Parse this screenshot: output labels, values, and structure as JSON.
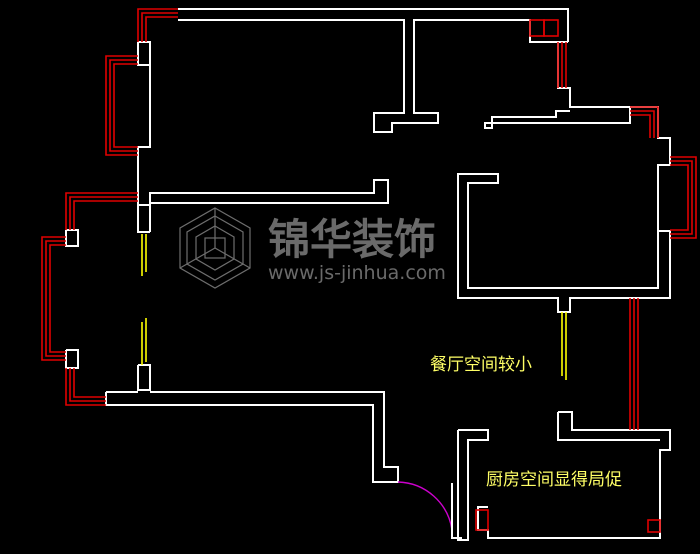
{
  "watermark": {
    "brand": "锦华装饰",
    "url": "www.js-jinhua.com",
    "logo_icon": "cube-logo-icon"
  },
  "annotations": {
    "dining": "餐厅空间较小",
    "kitchen": "厨房空间显得局促"
  },
  "colors": {
    "background": "#000000",
    "walls": "#ffffff",
    "windows": "#e00000",
    "doors": "#ffff00",
    "door_swing": "#cc00cc",
    "annotation_text": "#ffff66",
    "watermark": "#6a6a6a"
  }
}
